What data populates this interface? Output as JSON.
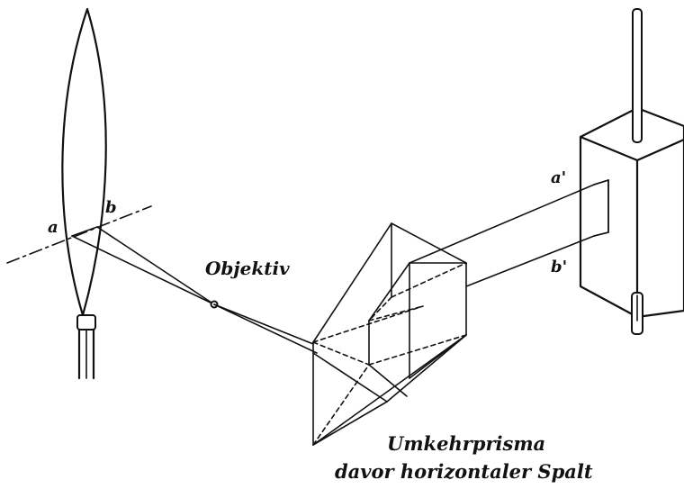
{
  "labels": {
    "point_a": "a",
    "point_b": "b",
    "point_a_prime": "a'",
    "point_b_prime": "b'",
    "objective": "Objektiv",
    "prism_line1": "Umkehrprisma",
    "prism_line2": "davor horizontaler Spalt"
  },
  "colors": {
    "ink": "#111111",
    "background": "#ffffff"
  }
}
